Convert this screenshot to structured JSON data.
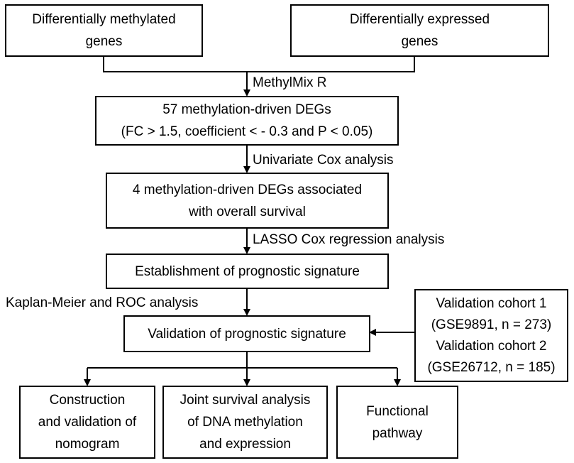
{
  "nodes": {
    "dm_genes": [
      "Differentially methylated",
      "genes"
    ],
    "de_genes": [
      "Differentially expressed",
      "genes"
    ],
    "methylation_driven_57": [
      "57 methylation-driven DEGs",
      "(FC > 1.5, coefficient < - 0.3 and P < 0.05)"
    ],
    "methylation_driven_4": [
      "4 methylation-driven DEGs associated",
      "with overall survival"
    ],
    "establishment": [
      "Establishment of prognostic signature"
    ],
    "validation": [
      "Validation of prognostic signature"
    ],
    "validation_cohorts": [
      "Validation cohort 1",
      "(GSE9891, n = 273)",
      "Validation cohort 2",
      "(GSE26712, n = 185)"
    ],
    "nomogram": [
      "Construction",
      "and validation of",
      "nomogram"
    ],
    "joint_survival": [
      "Joint survival analysis",
      "of DNA methylation",
      "and expression"
    ],
    "functional": [
      "Functional",
      "pathway"
    ]
  },
  "edge_labels": {
    "methylmix": "MethylMix R",
    "univariate": "Univariate Cox analysis",
    "lasso": "LASSO Cox regression analysis",
    "kaplan": "Kaplan-Meier and ROC analysis"
  }
}
